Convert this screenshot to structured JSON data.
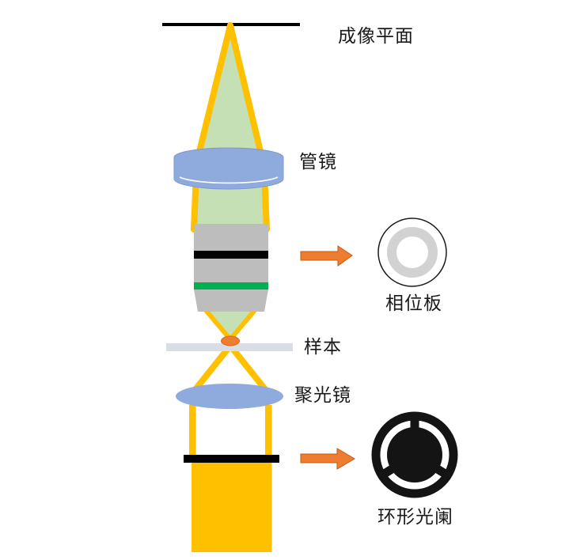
{
  "diagram": {
    "background": "#FFFFFF",
    "labels": {
      "imaging_plane": "成像平面",
      "tube_lens": "管镜",
      "phase_plate": "相位板",
      "sample": "样本",
      "condenser": "聚光镜",
      "annular_diaphragm": "环形光阑"
    },
    "icons": {
      "callout_arrow": "right-arrow"
    },
    "colors": {
      "beam_yellow": "#FFC000",
      "beam_green": "#C5E0B4",
      "lens_blue": "#8FAADC",
      "lens_edge": "#7C96CE",
      "lens_highlight": "#FFFFFF",
      "objective_gray": "#BDBDBD",
      "stripe_black": "#000000",
      "stripe_green": "#00B050",
      "slide_gray": "#D8DDE6",
      "sample_orange": "#ED7D31",
      "sample_edge": "#D2691E",
      "arrow_fill": "#ED7D31",
      "arrow_outline": "#C55A11",
      "phase_ring_gray": "#D2D2D2",
      "outline_black": "#1A1A1A",
      "diaphragm_black": "#141414",
      "label_text": "#1A1A1A"
    }
  }
}
